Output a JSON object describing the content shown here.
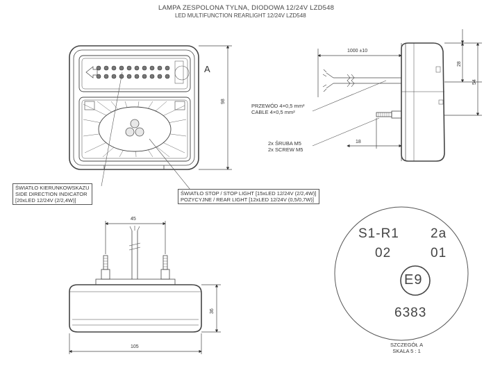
{
  "title": {
    "line1": "LAMPA ZESPOLONA TYLNA, DIODOWA 12/24V LZD548",
    "line2": "LED MULTIFUNCTION REARLIGHT 12/24V LZD548"
  },
  "front_view": {
    "label_a": "A",
    "dim_height": "98"
  },
  "side_view": {
    "dim_cable_length": "1000 ±10",
    "dim_28": "28",
    "dim_54": "54",
    "dim_18": "18",
    "cable_label": [
      "PRZEWÓD 4×0,5 mm²",
      "CABLE 4×0,5 mm²"
    ],
    "screw_label": [
      "2x ŚRUBA M5",
      "2x SCREW M5"
    ]
  },
  "callouts": {
    "indicator": [
      "ŚWIATŁO KIERUNKOWSKAZU",
      "SIDE DIRECTION INDICATOR",
      "[20xLED 12/24V (2/2,4W)]"
    ],
    "stop": [
      "ŚWIATŁO STOP / STOP LIGHT [15xLED 12/24V (2/2,4W)]",
      "POZYCYJNE  / REAR LIGHT [12xLED 12/24V (0,5/0,7W)]"
    ]
  },
  "bottom_view": {
    "dim_45": "45",
    "dim_36": "36",
    "dim_105": "105"
  },
  "detail": {
    "code1": "S1-R1",
    "code2": "2a",
    "code3": "02",
    "code4": "01",
    "mark": "E9",
    "number": "6383",
    "caption": [
      "SZCZEGÓŁ A",
      "SKALA 5 : 1"
    ]
  }
}
